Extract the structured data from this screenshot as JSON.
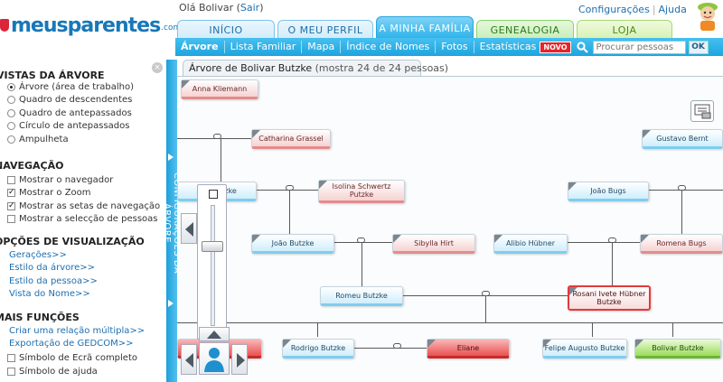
{
  "header": {
    "logo_text": "meusparentes",
    "logo_suffix": ".com.pt",
    "greeting_prefix": "Olá Bolivar (",
    "greeting_link": "Sair",
    "greeting_suffix": ")",
    "links": [
      "Configurações",
      "Ajuda"
    ]
  },
  "tabs": [
    "INÍCIO",
    "O MEU PERFIL",
    "A MINHA FAMÍLIA",
    "GENEALOGIA",
    "LOJA"
  ],
  "subnav": {
    "items": [
      "Árvore",
      "Lista Familiar",
      "Mapa",
      "Índice de Nomes",
      "Fotos",
      "Estatísticas"
    ],
    "badge": "NOVO",
    "search_placeholder": "Procurar pessoas",
    "ok_label": "OK"
  },
  "left_panel": {
    "views_title": "VISTAS DA ÁRVORE",
    "views": [
      "Árvore (área de trabalho)",
      "Quadro de descendentes",
      "Quadro de antepassados",
      "Círculo de antepassados",
      "Ampulheta"
    ],
    "views_selected": 0,
    "nav_title": "NAVEGAÇÃO",
    "nav_options": [
      {
        "label": "Mostrar o navegador",
        "checked": false
      },
      {
        "label": "Mostrar o Zoom",
        "checked": true
      },
      {
        "label": "Mostrar as setas de navegação",
        "checked": true
      },
      {
        "label": "Mostrar a selecção de pessoas",
        "checked": false
      }
    ],
    "display_title": "OPÇÕES DE VISUALIZAÇÃO",
    "display_links": [
      "Gerações>>",
      "Estilo da árvore>>",
      "Estilo da pessoa>>",
      "Vista do Nome>>"
    ],
    "more_title": "MAIS FUNÇÕES",
    "more_links": [
      "Criar uma relação múltipla>>",
      "Exportação de GEDCOM>>"
    ],
    "more_options": [
      {
        "label": "Símbolo de Ecrã completo",
        "checked": false
      },
      {
        "label": "Símbolo de ajuda",
        "checked": false
      }
    ]
  },
  "sidebar_tab": {
    "label": "CONFIGURAÇÕES DA ÁRVORE"
  },
  "content": {
    "tab_title": "Árvore de Bolivar Butzke",
    "tab_subtitle": "(mostra 24 de 24 pessoas)"
  },
  "people": {
    "p1": "Anna Kliemann",
    "p2": "Catharina Grassel",
    "p3": "Gustavo Bernt",
    "p4": "N… Butzke",
    "p5a": "Isolina Schwertz",
    "p5b": "Putzke",
    "p6": "João Bugs",
    "p7": "João Butzke",
    "p8": "Sibylla Hirt",
    "p9": "Alibio Hübner",
    "p10": "Romena Bugs",
    "p11": "Romeu Butzke",
    "p12a": "Rosani Ivete Hübner",
    "p12b": "Butzke",
    "p13": "Rodrigo Butzke",
    "p14": "Eliane",
    "p15": "Felipe Augusto Butzke",
    "p16": "Bolivar Butzke"
  }
}
